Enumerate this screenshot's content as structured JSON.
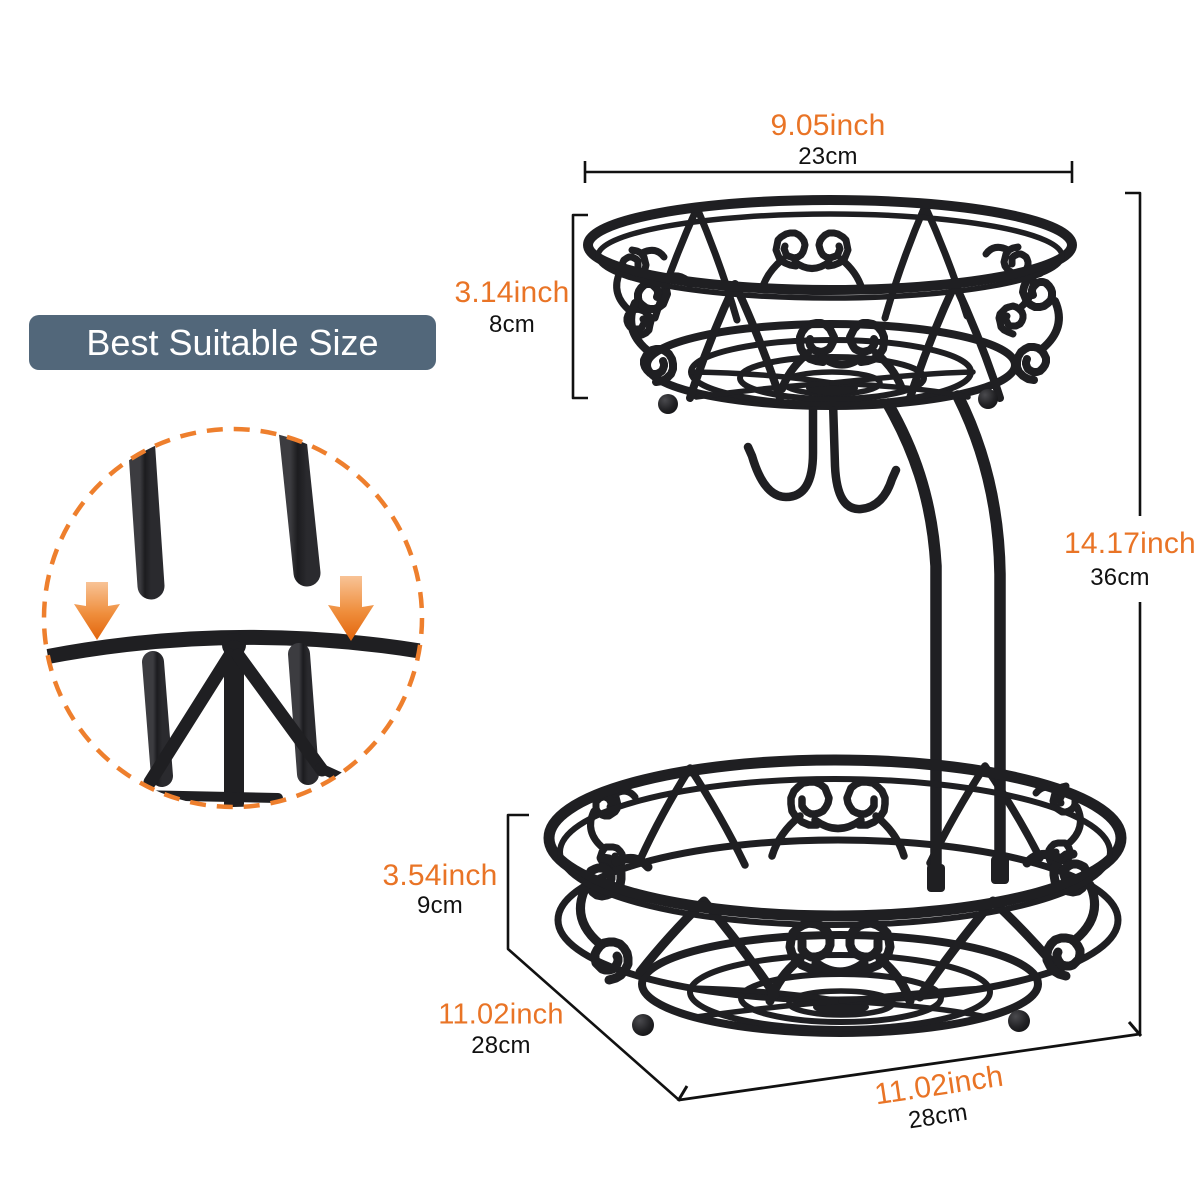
{
  "page": {
    "background": "#ffffff",
    "type": "product-dimension-diagram"
  },
  "badge": {
    "label": "Best Suitable Size",
    "background": "#52677a",
    "text_color": "#ffffff"
  },
  "colors": {
    "accent_orange": "#e97426",
    "dash_orange": "#ee7f2d",
    "line_black": "#111111",
    "wire_black": "#1f1f22"
  },
  "inset": {
    "content": "assembly-detail-two-posts-insert-into-sockets"
  },
  "dims": {
    "top_width": {
      "inch": "9.05inch",
      "cm": "23cm"
    },
    "top_height": {
      "inch": "3.14inch",
      "cm": "8cm"
    },
    "total_height": {
      "inch": "14.17inch",
      "cm": "36cm"
    },
    "bottom_height": {
      "inch": "3.54inch",
      "cm": "9cm"
    },
    "bottom_depth": {
      "inch": "11.02inch",
      "cm": "28cm"
    },
    "bottom_width": {
      "inch": "11.02inch",
      "cm": "28cm"
    }
  }
}
